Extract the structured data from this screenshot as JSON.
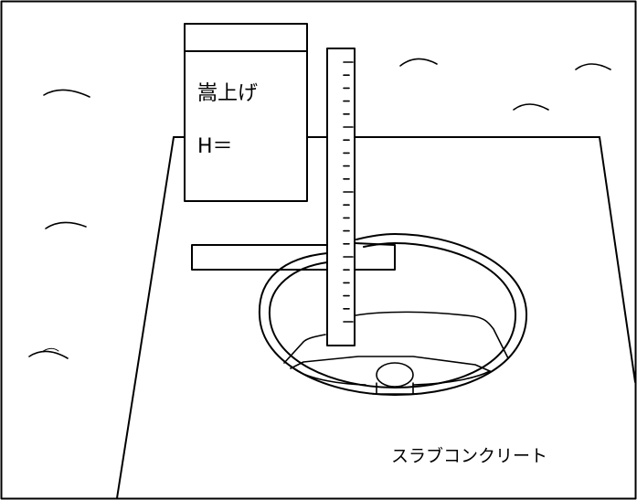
{
  "sign": {
    "title": "嵩上げ",
    "height_label": "H＝"
  },
  "slab": {
    "label": "スラブコンクリート"
  },
  "colors": {
    "stroke": "#000000",
    "background": "#ffffff"
  }
}
